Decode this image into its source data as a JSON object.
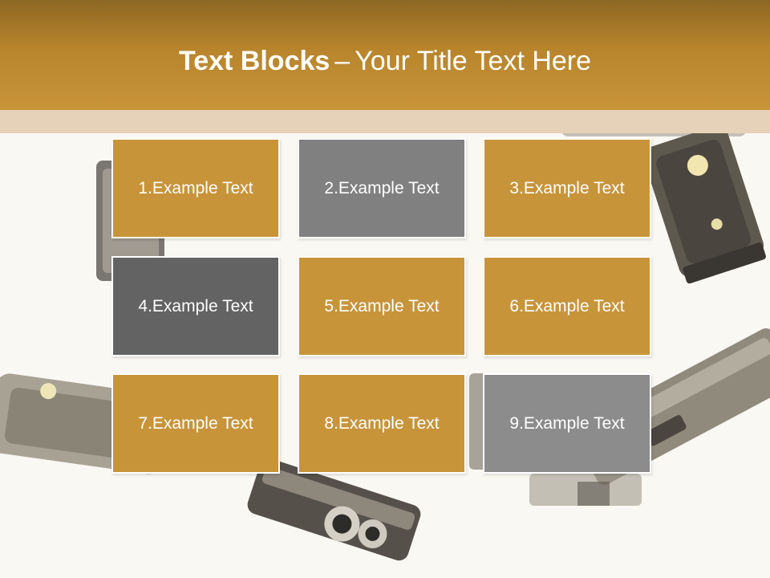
{
  "title": {
    "bold": "Text Blocks",
    "dash": "–",
    "rest": "Your Title Text Here"
  },
  "blocks": [
    {
      "label": "1.Example Text",
      "color": "#c8943a"
    },
    {
      "label": "2.Example Text",
      "color": "#808080"
    },
    {
      "label": "3.Example Text",
      "color": "#c8943a"
    },
    {
      "label": "4.Example Text",
      "color": "#636363"
    },
    {
      "label": "5.Example Text",
      "color": "#c8943a"
    },
    {
      "label": "6.Example Text",
      "color": "#c8943a"
    },
    {
      "label": "7.Example Text",
      "color": "#c8943a"
    },
    {
      "label": "8.Example Text",
      "color": "#c8943a"
    },
    {
      "label": "9.Example Text",
      "color": "#8c8c8c"
    }
  ],
  "colors": {
    "header": "#b8852c",
    "band": "#e6d2b8",
    "background": "#faf8f3"
  }
}
